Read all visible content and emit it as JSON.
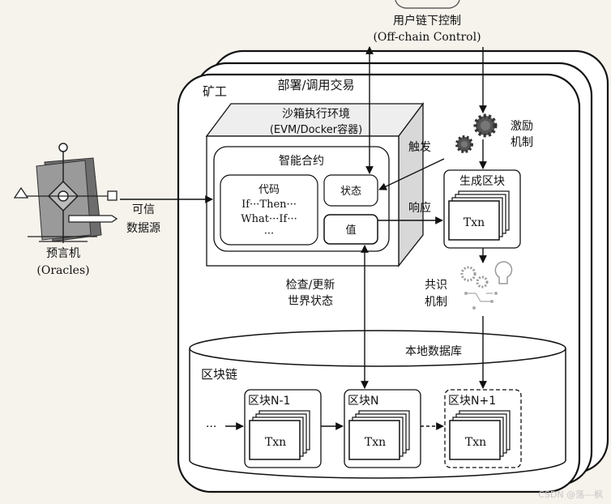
{
  "user_control": {
    "line1": "用户链下控制",
    "line2": "(Off-chain Control)"
  },
  "miner": {
    "label": "矿工"
  },
  "deploy_label": "部署/调用交易",
  "sandbox": {
    "line1": "沙箱执行环境",
    "line2": "(EVM/Docker容器)"
  },
  "smart_contract": {
    "title": "智能合约",
    "code_title": "代码",
    "code_line1": "If···Then···",
    "code_line2": "What···If···",
    "code_line3": "···",
    "state_label": "状态",
    "value_label": "值"
  },
  "oracle": {
    "line1": "预言机",
    "line2": "(Oracles)"
  },
  "trusted_source": {
    "line1": "可信",
    "line2": "数据源"
  },
  "trigger_label": "触发",
  "respond_label": "响应",
  "incentive": {
    "line1": "激励",
    "line2": "机制"
  },
  "generate_block": {
    "title": "生成区块",
    "txn": "Txn"
  },
  "consensus": {
    "line1": "共识",
    "line2": "机制"
  },
  "check_update": {
    "line1": "检查/更新",
    "line2": "世界状态"
  },
  "local_db": {
    "label": "本地数据库"
  },
  "blockchain": {
    "label": "区块链",
    "ellipsis": "···",
    "blocks": [
      {
        "title": "区块N-1",
        "txn": "Txn"
      },
      {
        "title": "区块N",
        "txn": "Txn"
      },
      {
        "title": "区块N+1",
        "txn": "Txn"
      }
    ]
  },
  "watermark": "CSDN @落---枫"
}
